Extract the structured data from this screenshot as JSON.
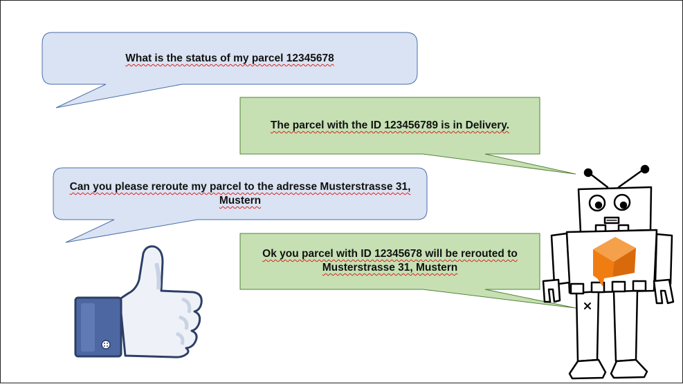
{
  "conversation": {
    "user_message_1": "What is the status of my parcel 12345678",
    "bot_reply_1": "The parcel with the ID 123456789 is in Delivery.",
    "user_message_2_line1": "Can you please reroute my parcel to the adresse Musterstrasse 31,",
    "user_message_2_line2": "Mustern",
    "bot_reply_2_line1": "Ok you parcel with ID 12345678 will be rerouted to",
    "bot_reply_2_line2": "Musterstrasse 31, Mustern"
  },
  "colors": {
    "user_bubble_fill": "#dae3f3",
    "user_bubble_stroke": "#4a6ea8",
    "bot_bubble_fill": "#c6e0b4",
    "bot_bubble_stroke": "#548235",
    "thumb_blue": "#4c67a1",
    "robot_logo_orange": "#f07d12"
  },
  "icons": [
    "thumbs-up-icon",
    "robot-icon",
    "orange-cube-logo-icon"
  ]
}
